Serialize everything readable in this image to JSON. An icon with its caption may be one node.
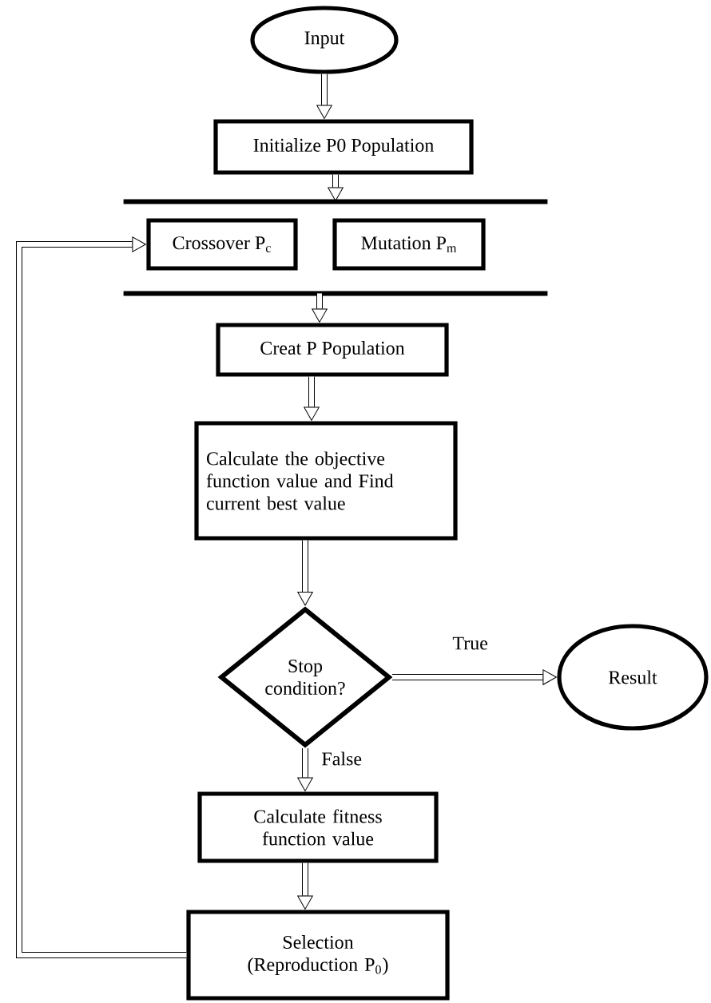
{
  "diagram": {
    "nodes": [
      {
        "text": [
          "Input"
        ]
      },
      {
        "text": [
          "Initialize P0 Population"
        ]
      },
      {
        "text": [],
        "shape": "band"
      },
      {
        "text": [
          "Crossover P$_{c}$"
        ],
        "in": 2
      },
      {
        "text": [
          "Mutation P$_{m}$"
        ],
        "in": 2
      },
      {
        "text": [
          "Creat P Population"
        ]
      },
      {
        "text": [
          "Calculate the objective function value and Find current best value"
        ]
      },
      {
        "text": [
          "Stop condition?"
        ]
      },
      {
        "text": [
          "Result"
        ]
      },
      {
        "text": [
          "Calculate fitness function value"
        ]
      },
      {
        "text": [
          "Selection (Reproduction P$_{0}$)"
        ]
      }
    ],
    "edges": [
      {
        "from": 0,
        "to": 1,
        "arrow": "to"
      },
      {
        "from": 1,
        "to": 2,
        "arrow": "to"
      },
      {
        "from": 2,
        "to": 5,
        "arrow": "to"
      },
      {
        "from": 5,
        "to": 6,
        "arrow": "to"
      },
      {
        "from": 6,
        "to": 7,
        "arrow": "to"
      },
      {
        "from": 7,
        "to": 8,
        "label": "True",
        "arrow": "to"
      },
      {
        "from": 7,
        "to": 9,
        "label": "False",
        "arrow": "to"
      },
      {
        "from": 9,
        "to": 10,
        "arrow": "to"
      },
      {
        "from": 10,
        "to": 3,
        "arrow": "to"
      }
    ]
  }
}
